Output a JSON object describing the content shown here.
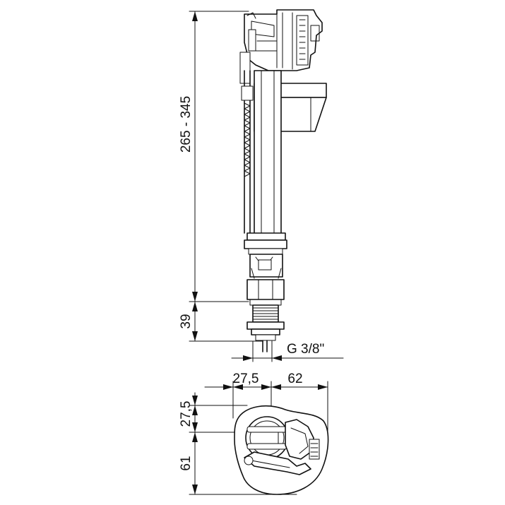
{
  "dimensions": {
    "height_range": "265 - 345",
    "inlet_height": "39",
    "thread": "G 3/8\"",
    "offset_center": "27,5",
    "width_right": "62",
    "vertical_top": "27,5",
    "vertical_bottom": "61"
  },
  "colors": {
    "line": "#111111",
    "background": "#ffffff"
  }
}
